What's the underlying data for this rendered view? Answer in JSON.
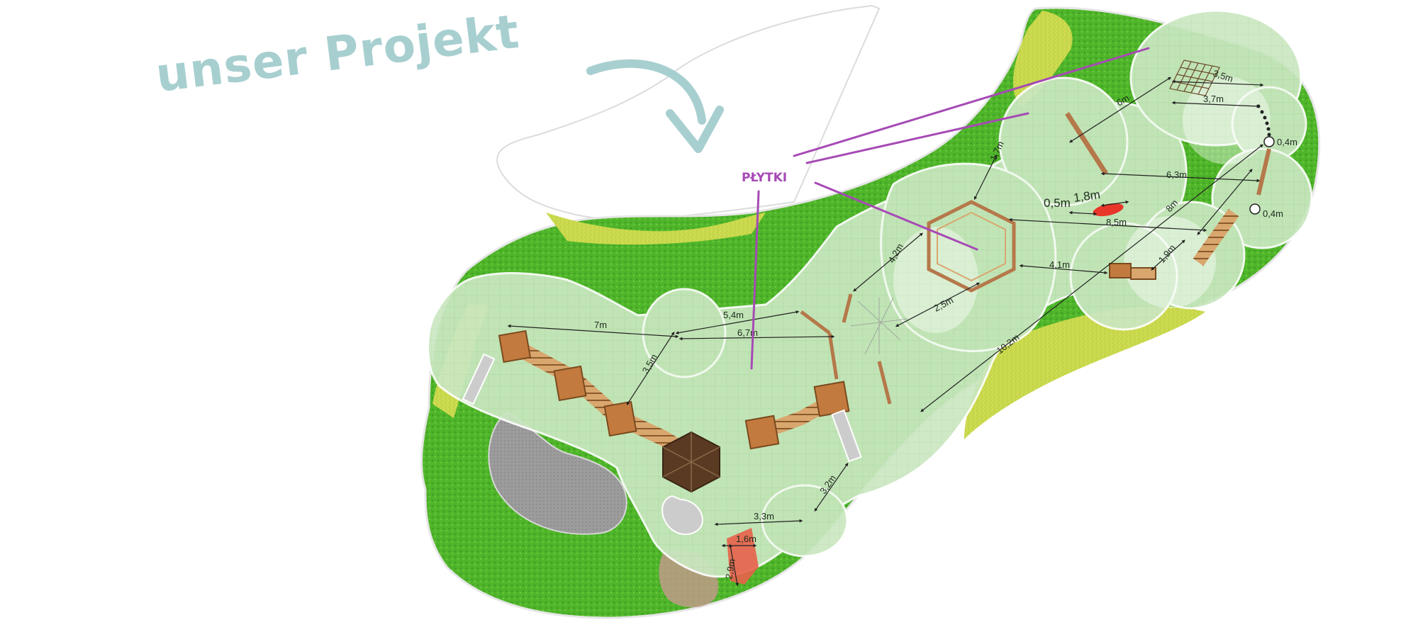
{
  "header": {
    "title": "unser Projekt"
  },
  "annotation": {
    "label": "PŁYTKI"
  },
  "dimensions": {
    "d_6m": "6m",
    "d_3_5m_top": "3,5m",
    "d_3_7m": "3,7m",
    "d_0_4m_a": "0,4m",
    "d_0_4m_b": "0,4m",
    "d_1_7m": "1,7m",
    "d_6_3m": "6,3m",
    "d_0_5m": "0,5m",
    "d_1_8m": "1,8m",
    "d_8m": "8m",
    "d_8_5m": "8,5m",
    "d_4_2m": "4,2m",
    "d_4_1m": "4,1m",
    "d_1_9m": "1,9m",
    "d_2_5m": "2,5m",
    "d_7m": "7m",
    "d_5_4m": "5,4m",
    "d_6_7m": "6,7m",
    "d_10_2m": "10,2m",
    "d_3_5m_left": "3,5m",
    "d_3_2m": "3,2m",
    "d_3_3m": "3,3m",
    "d_1_6m": "1,6m",
    "d_2_9m": "2,9m"
  },
  "colors": {
    "title": "#a8cfd0",
    "annotation": "#a64ab5",
    "grass": "#52b82c",
    "meadow": "#c9d84a",
    "safety_zone": "#cbe8c2",
    "gravel": "#9a9a9a",
    "wood": "#c27a3e",
    "roof": "#5a3a22",
    "red_element": "#e8362a",
    "arrow": "#a8cfd0"
  },
  "icons": {
    "pointer": "curved-arrow-icon"
  }
}
